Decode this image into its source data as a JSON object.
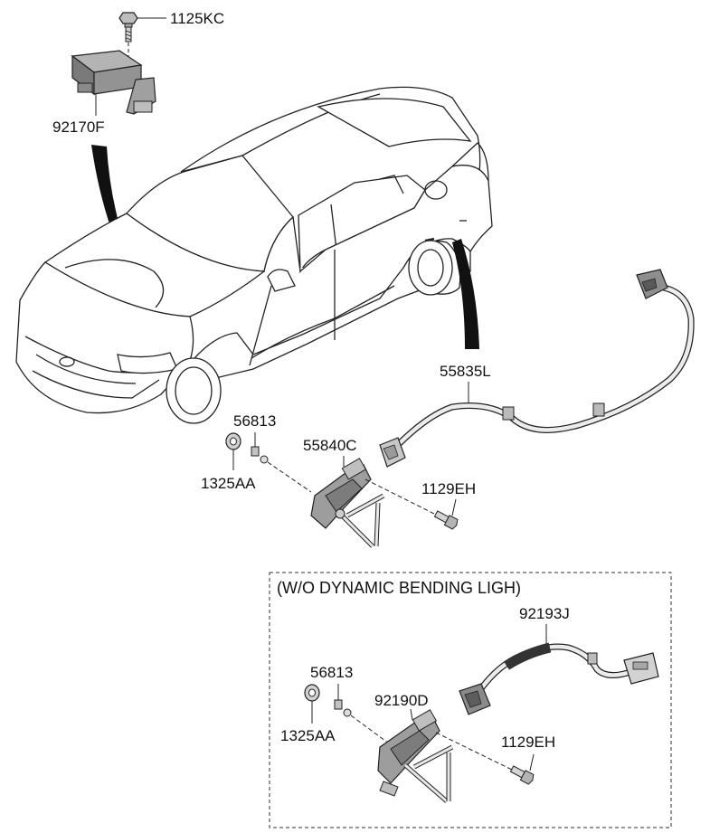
{
  "parts": {
    "bolt_top": "1125KC",
    "sensor_unit_front": "92170F",
    "harness_rear": "55835L",
    "washer_1": "56813",
    "nut_1": "1325AA",
    "sensor_rear": "55840C",
    "bolt_1": "1129EH",
    "washer_2": "56813",
    "nut_2": "1325AA",
    "sensor_alt": "92190D",
    "harness_alt": "92193J",
    "bolt_2": "1129EH"
  },
  "option_box": {
    "title": "(W/O DYNAMIC BENDING LIGH)"
  },
  "colors": {
    "line": "#222222",
    "part_fill": "#9a9a9a",
    "part_dark": "#6f6f6f",
    "harness_fill": "#e6e6e6",
    "sleeve": "#333333",
    "car_body": "#ffffff"
  }
}
